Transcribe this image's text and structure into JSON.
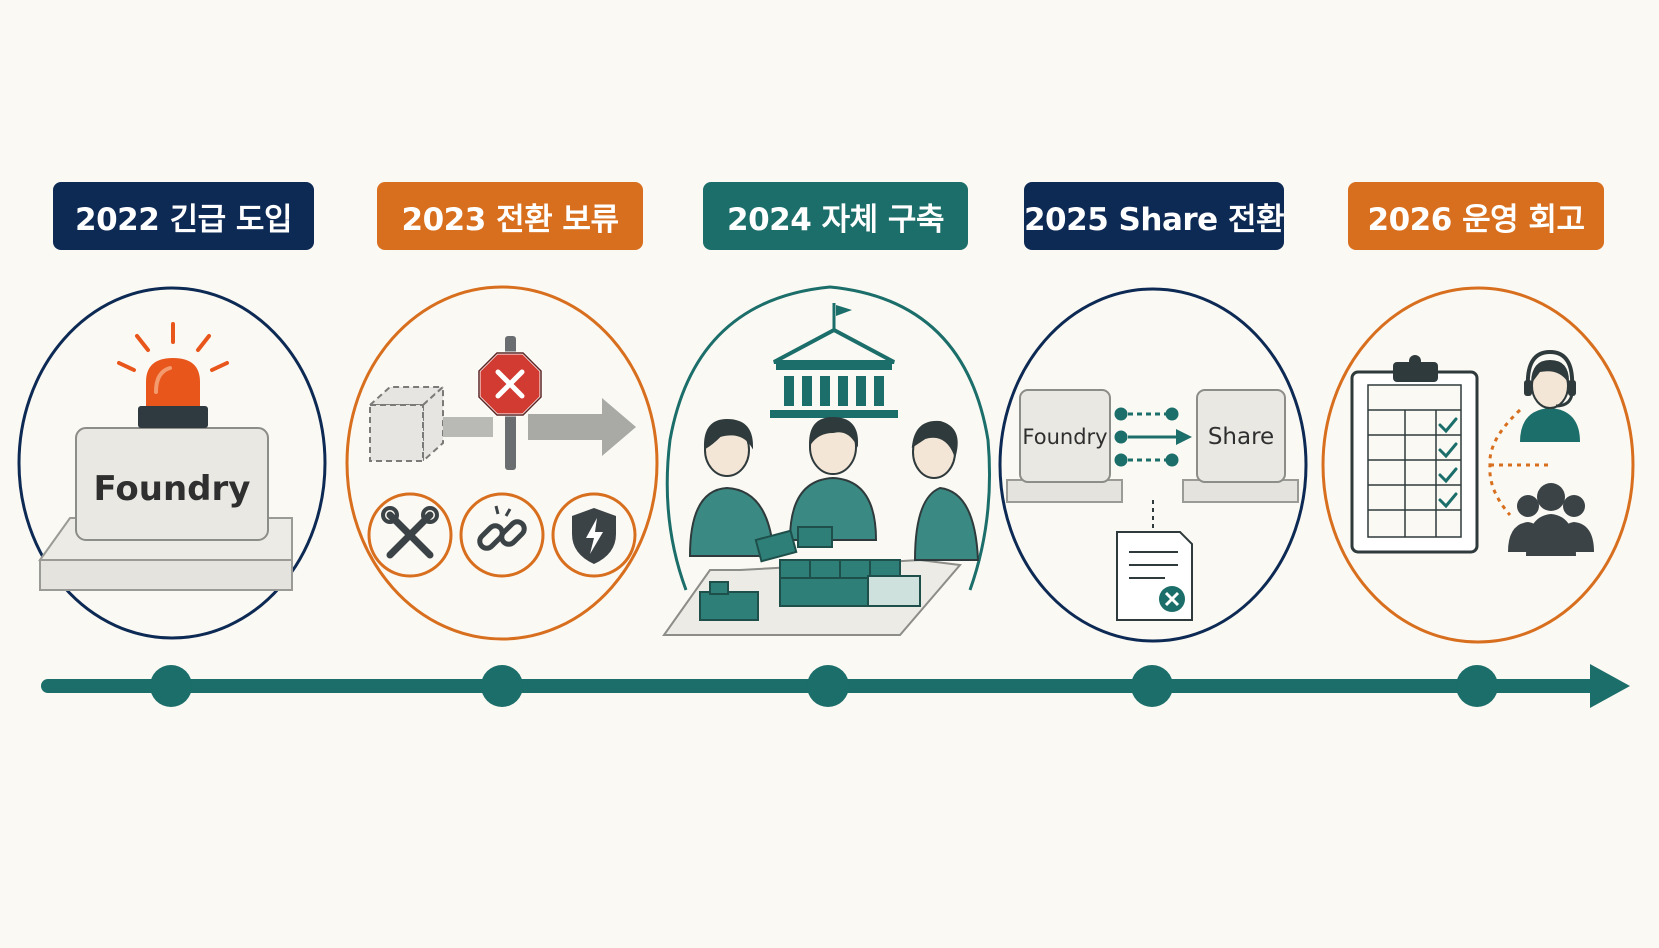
{
  "colors": {
    "navy": "#0d2a55",
    "orange": "#d86f1f",
    "teal": "#1b6e6a",
    "bg": "#fbf9f3"
  },
  "milestones": [
    {
      "label": "2022 긴급 도입",
      "color": "navy"
    },
    {
      "label": "2023 전환 보류",
      "color": "orange"
    },
    {
      "label": "2024 자체 구축",
      "color": "teal"
    },
    {
      "label": "2025 Share 전환",
      "color": "navy"
    },
    {
      "label": "2026 운영 회고",
      "color": "orange"
    }
  ],
  "scene1": {
    "box_text": "Foundry",
    "icons": [
      "siren-icon"
    ]
  },
  "scene2": {
    "icons": [
      "cube-icon",
      "stop-sign-icon",
      "arrow-right-icon",
      "tools-icon",
      "broken-link-icon",
      "shield-alert-icon"
    ]
  },
  "scene3": {
    "icons": [
      "government-building-icon",
      "people-icon",
      "blocks-icon"
    ]
  },
  "scene4": {
    "from_text": "Foundry",
    "to_text": "Share",
    "icons": [
      "document-rejected-icon"
    ]
  },
  "scene5": {
    "icons": [
      "clipboard-checklist-icon",
      "support-agent-icon",
      "group-icon"
    ]
  }
}
